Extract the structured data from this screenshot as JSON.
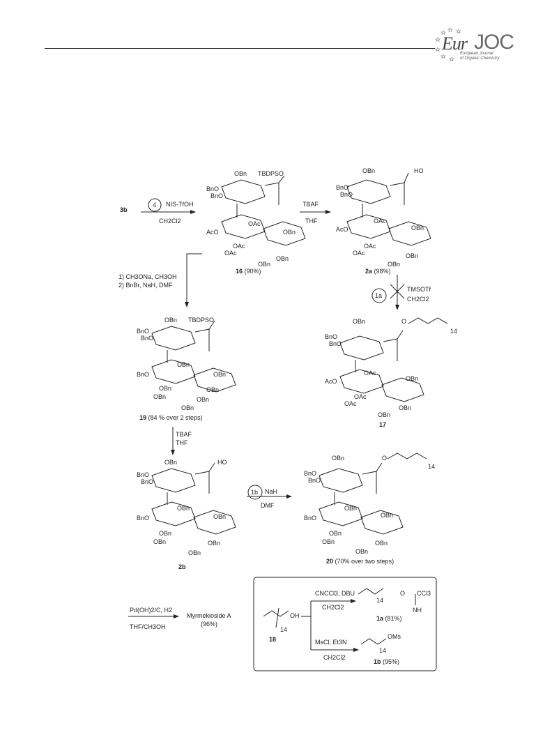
{
  "journal": {
    "logo_main": "Eur",
    "logo_accent": "JOC",
    "logo_sub1": "European Journal",
    "logo_sub2": "of Organic Chemistry"
  },
  "scheme": {
    "start": "3b",
    "step1": {
      "circle": "4",
      "reagent": "NIS-TfOH",
      "solvent": "CH2Cl2"
    },
    "step2": {
      "reagent": "TBAF",
      "solvent": "THF"
    },
    "step3": {
      "circle": "1a",
      "reagent": "TMSOTf",
      "solvent": "CH2Cl2"
    },
    "step4": {
      "line1": "1) CH3ONa, CH3OH",
      "line2": "2) BnBr, NaH, DMF"
    },
    "step5": {
      "reagent": "TBAF",
      "solvent": "THF"
    },
    "step6": {
      "circle": "1b",
      "reagent": "NaH",
      "solvent": "DMF"
    },
    "step7": {
      "reagent": "Pd(OH)2/C, H2",
      "solvent": "THF/CH3OH"
    },
    "product_final": {
      "name": "Myrmekioside A",
      "yield": "(96%)"
    },
    "c16": {
      "label": "16",
      "yield": "(90%)"
    },
    "c2a": {
      "label": "2a",
      "yield": "(98%)"
    },
    "c19": {
      "label": "19",
      "yield": "(84 % over 2 steps)"
    },
    "c17": {
      "label": "17"
    },
    "c2b": {
      "label": "2b"
    },
    "c20": {
      "label": "20",
      "yield": "(70% over two steps)"
    },
    "box": {
      "start": "18",
      "upper_reagent": "CNCCl3, DBU",
      "upper_solvent": "CH2Cl2",
      "lower_reagent": "MsCl, Et3N",
      "lower_solvent": "CH2Cl2",
      "p1a": {
        "label": "1a",
        "yield": "(81%)"
      },
      "p1b": {
        "label": "1b",
        "yield": "(95%)"
      }
    },
    "groups": {
      "obn": "OBn",
      "bno": "BnO",
      "oac": "OAc",
      "aco": "AcO",
      "tbdpso": "TBDPSO",
      "ho": "HO",
      "oh": "OH",
      "oms": "OMs",
      "o": "O",
      "nh": "NH",
      "ccl3": "CCl3",
      "n14": "14"
    }
  }
}
